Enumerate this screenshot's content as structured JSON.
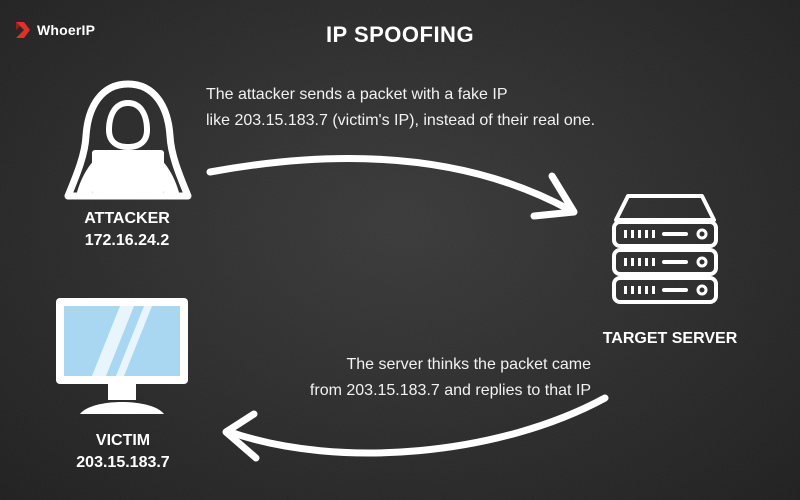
{
  "brand": {
    "name": "WhoerIP"
  },
  "title": "IP SPOOFING",
  "attacker": {
    "label": "ATTACKER",
    "ip": "172.16.24.2"
  },
  "server": {
    "label": "TARGET SERVER"
  },
  "victim": {
    "label": "VICTIM",
    "ip": "203.15.183.7"
  },
  "steps": {
    "attack_line1": "The attacker sends a packet with a fake IP",
    "attack_line2": "like 203.15.183.7 (victim's IP), instead of their real one.",
    "reply_line1": "The server thinks the packet came",
    "reply_line2": "from 203.15.183.7 and replies to that IP"
  },
  "colors": {
    "background": "#2b2b2b",
    "foreground": "#ffffff",
    "brand_red": "#e0302a",
    "screen_blue": "#a9d7f2"
  }
}
